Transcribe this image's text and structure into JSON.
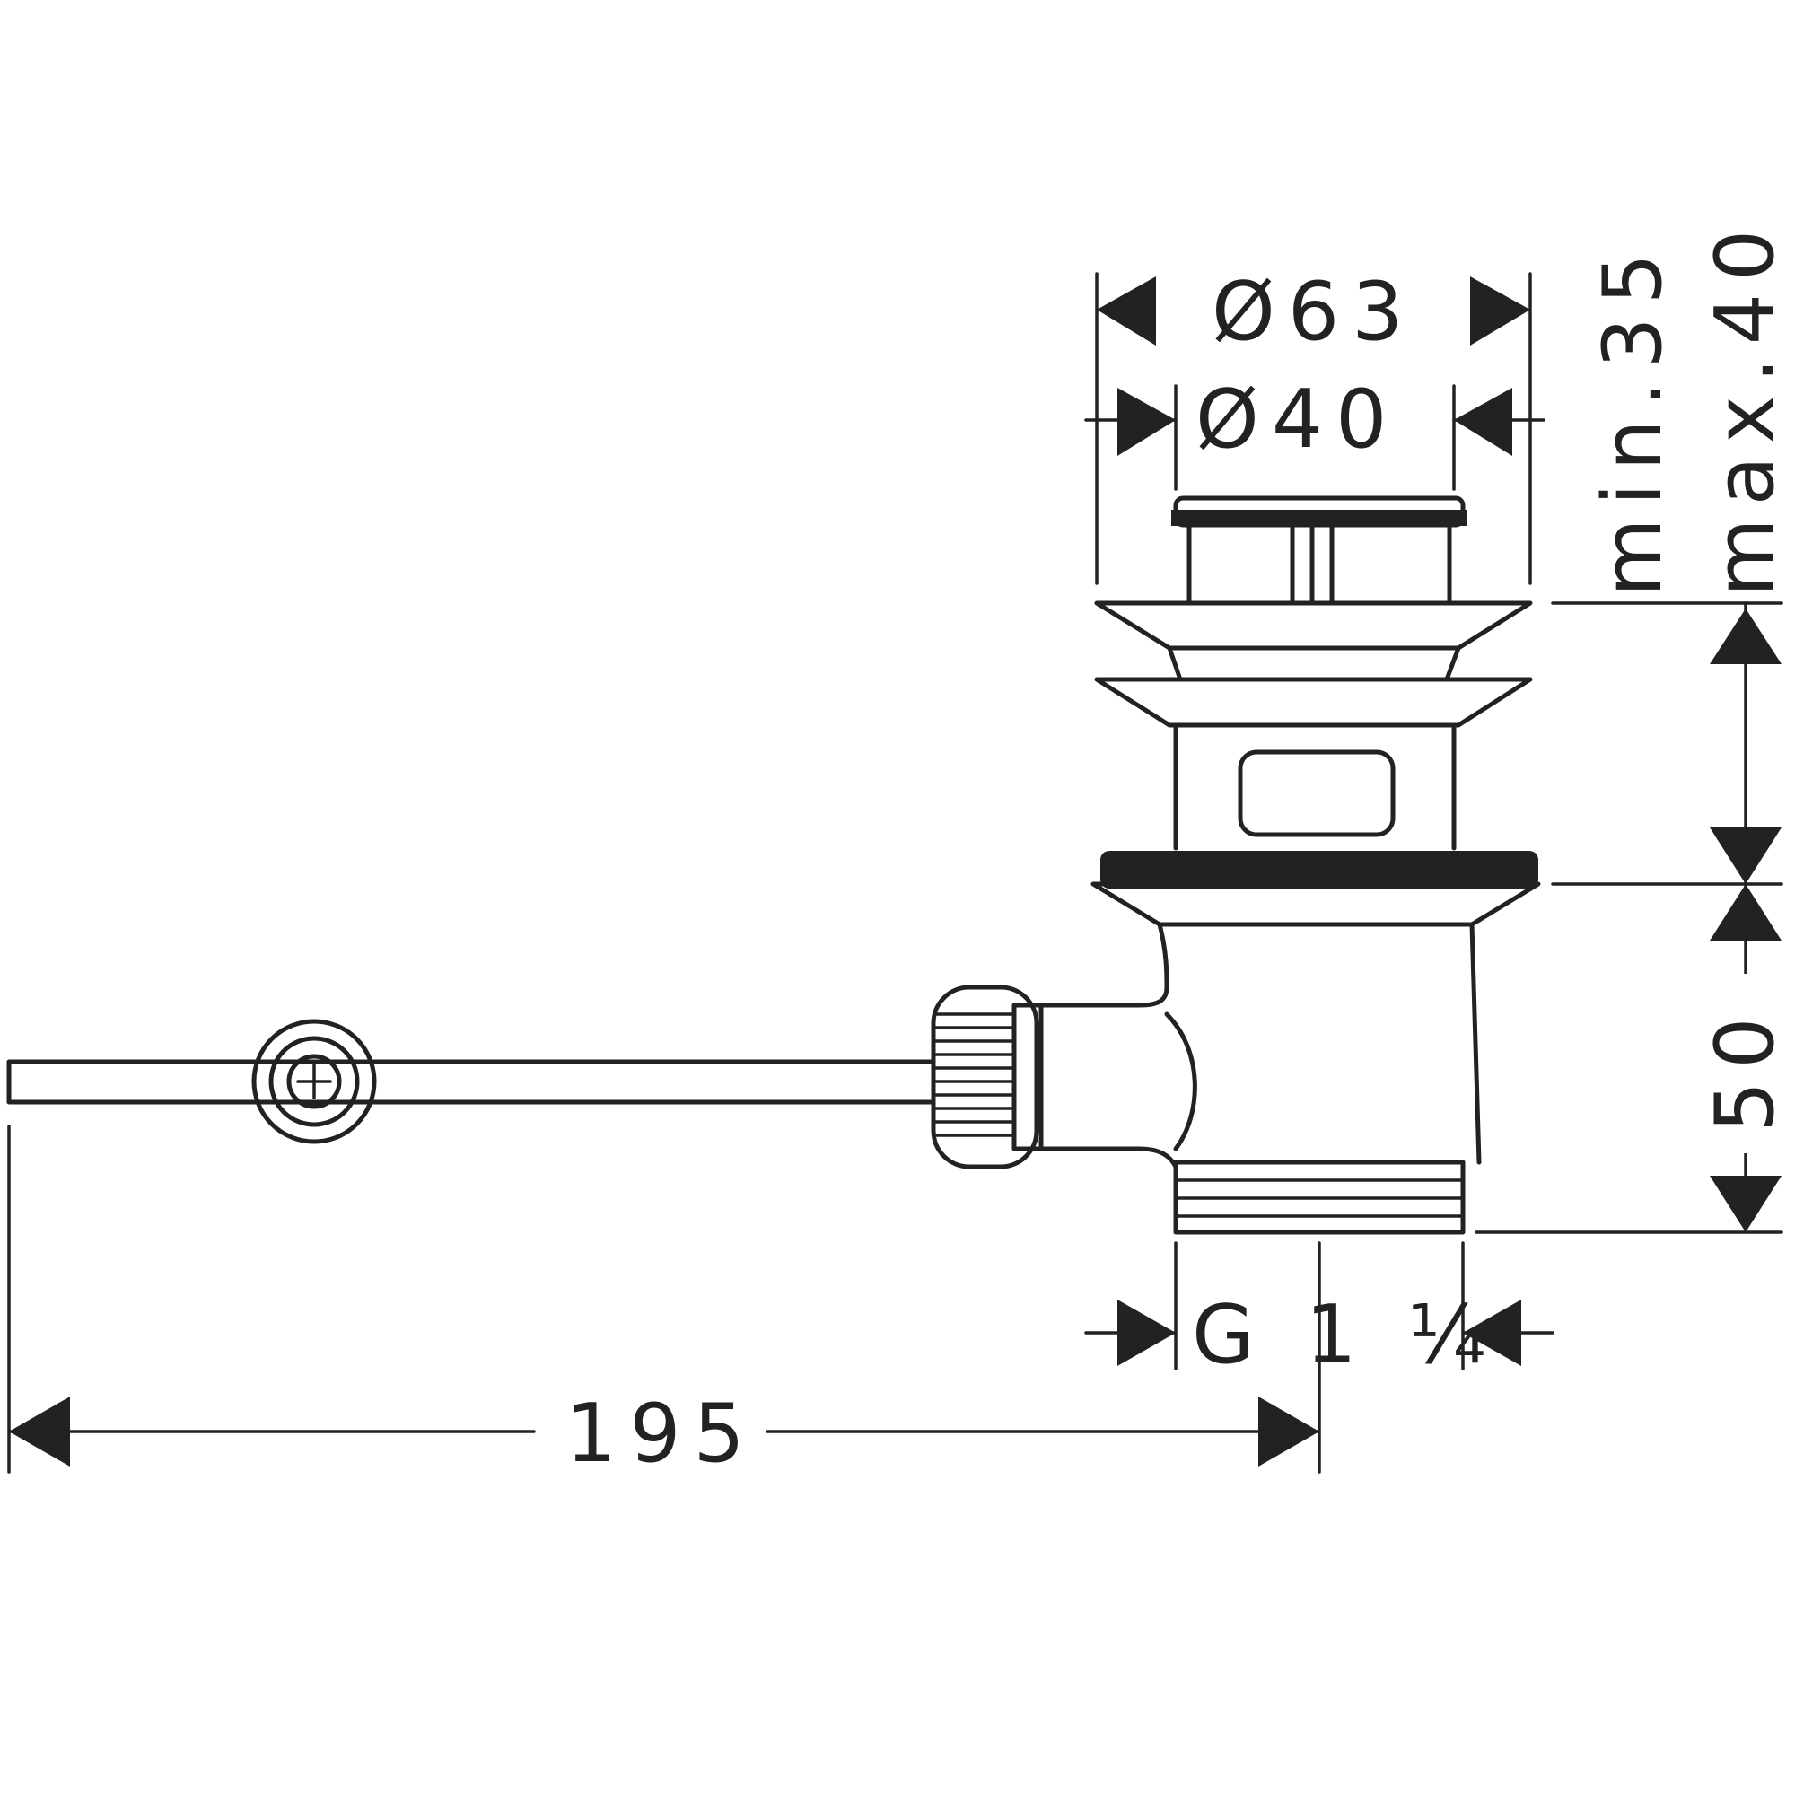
{
  "dimensions": {
    "outer_diameter": "Ø63",
    "inner_diameter": "Ø40",
    "stroke_min": "min.35",
    "stroke_max": "max.40",
    "body_height": "50",
    "thread": "G 1 ¼",
    "rod_length": "195"
  },
  "colors": {
    "line": "#222222",
    "background": "#ffffff"
  }
}
